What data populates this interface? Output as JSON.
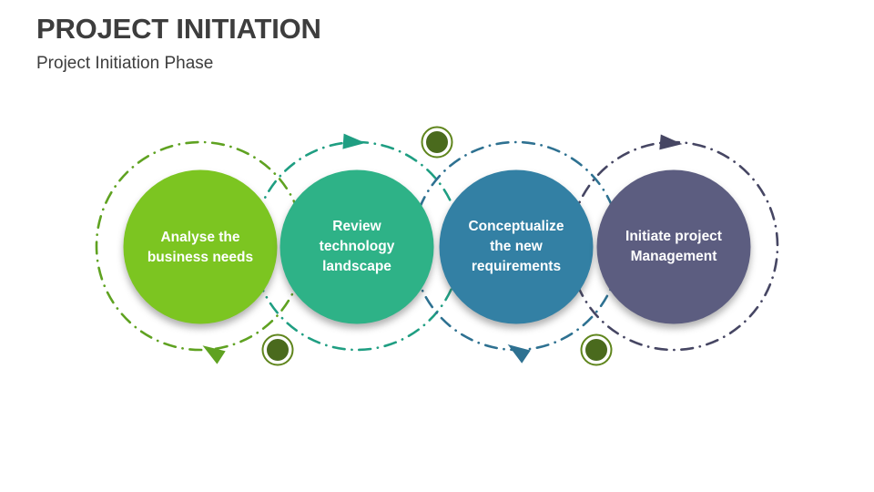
{
  "slide": {
    "title": "PROJECT INITIATION",
    "subtitle": "Project Initiation Phase"
  },
  "steps": [
    {
      "label": "Analyse the business needs",
      "lines": [
        "Analyse the",
        "business needs"
      ]
    },
    {
      "label": "Review technology landscape",
      "lines": [
        "Review",
        "technology",
        "landscape"
      ]
    },
    {
      "label": "Conceptualize the new requirements",
      "lines": [
        "Conceptualize",
        "the new",
        "requirements"
      ]
    },
    {
      "label": "Initiate project Management",
      "lines": [
        "Initiate project",
        "Management"
      ]
    }
  ],
  "colors": {
    "background": "#FFFFFF",
    "title_text": "#3D3D3D",
    "circle_text": "#FFFFFF",
    "step1_fill": "#7CC521",
    "step1_ring": "#5FA221",
    "step2_fill": "#2EB287",
    "step2_ring": "#1F9E82",
    "step3_fill": "#3380A4",
    "step3_ring": "#2E7191",
    "step4_fill": "#5C5D80",
    "step4_ring": "#464663",
    "dot_fill": "#4A6A1D",
    "dot_ring": "#5F851C"
  },
  "icons": {
    "flow_arrow": "solid-triangle",
    "connector_dot": "filled-circle-with-ring"
  }
}
